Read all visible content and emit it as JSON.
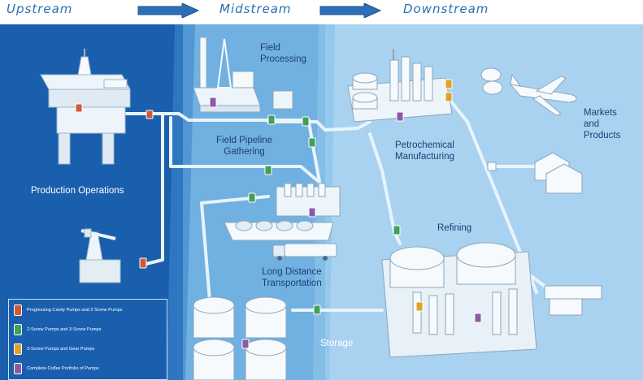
{
  "header": {
    "upstream": "Upstream",
    "midstream": "Midstream",
    "downstream": "Downstream"
  },
  "labels": {
    "field_processing": [
      "Field",
      "Processing"
    ],
    "field_pipeline": [
      "Field Pipeline",
      "Gathering"
    ],
    "production": "Production Operations",
    "long_distance": [
      "Long Distance",
      "Transportation"
    ],
    "storage": "Storage",
    "petrochemical": [
      "Petrochemical",
      "Manufacturing"
    ],
    "refining": "Refining",
    "markets": [
      "Markets",
      "and",
      "Products"
    ]
  },
  "legend": [
    {
      "label": "Progressing Cavity Pumps and 2 Screw Pumps",
      "color": "#d2583a"
    },
    {
      "label": "2-Screw Pumps and 3-Screw Pumps",
      "color": "#3fa15a"
    },
    {
      "label": "3-Screw Pumps and Gear Pumps",
      "color": "#e0a126"
    },
    {
      "label": "Complete Colfax Portfolio of Pumps",
      "color": "#8b5ba6"
    }
  ],
  "colors": {
    "upstream_zone": "#1a5fae",
    "midstream_zone": "#70b1e1",
    "downstream_zone": "#a9d2f1",
    "pipe": "#e8f4fb",
    "header_text": "#2b6fb0"
  }
}
